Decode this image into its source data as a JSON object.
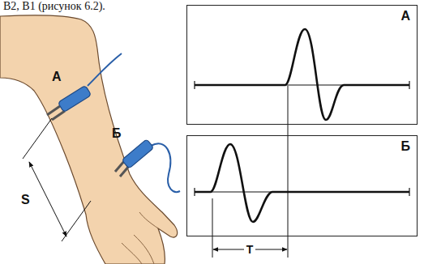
{
  "diagram": {
    "nodes": [
      {
        "text": [
          "А"
        ]
      },
      {
        "text": [
          "Б"
        ]
      }
    ],
    "labels": [
      "В2, В1 (рисунок 6.2).",
      "А",
      "Б",
      "S",
      "T"
    ]
  }
}
